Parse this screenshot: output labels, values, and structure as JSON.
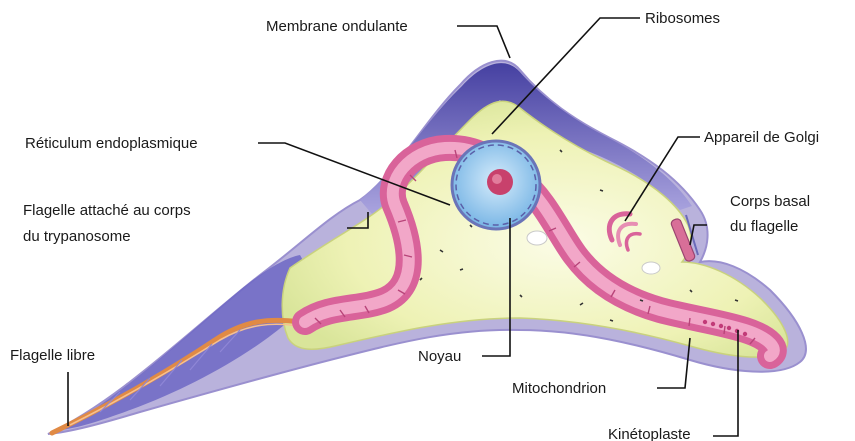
{
  "labels": {
    "membrane": "Membrane ondulante",
    "ribosomes": "Ribosomes",
    "reticulum": "Réticulum endoplasmique",
    "golgi": "Appareil de Golgi",
    "flagelle_attache_1": "Flagelle attaché au corps",
    "flagelle_attache_2": "du trypanosome",
    "corps_basal_1": "Corps basal",
    "corps_basal_2": "du flagelle",
    "flagelle_libre": "Flagelle libre",
    "noyau": "Noyau",
    "mitochondrion": "Mitochondrion",
    "kinetoplaste": "Kinétoplaste"
  },
  "colors": {
    "cytoplasm": "#f2f4bf",
    "membrane_edge": "#b9b2dc",
    "undulating_membrane": "#5b56b8",
    "mitochondrion": "#d9639a",
    "mitochondrion_inner": "#f2a7c8",
    "nucleus": "#8fc8ee",
    "flagellum": "#e08a45"
  }
}
